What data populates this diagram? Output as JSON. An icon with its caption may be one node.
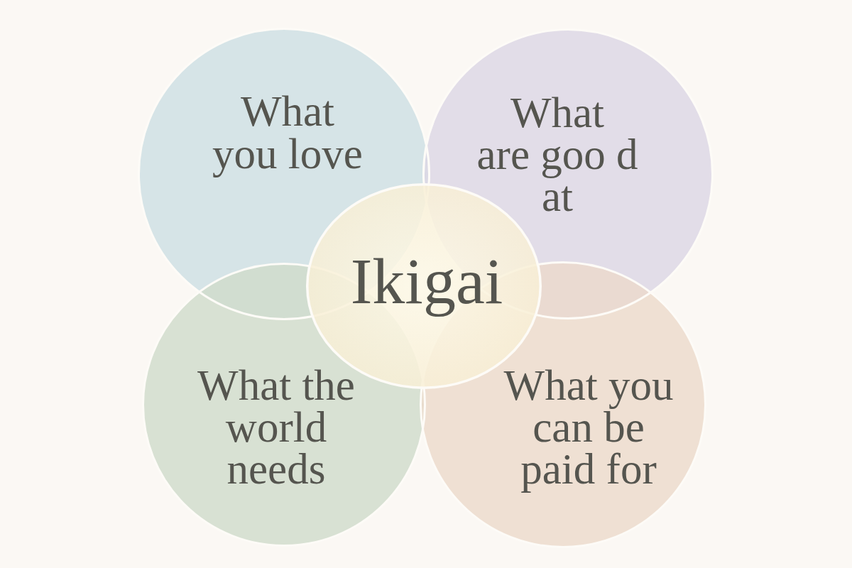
{
  "diagram": {
    "nodes": [
      {
        "text": [
          "What you love"
        ]
      },
      {
        "text": [
          "What are goo d at"
        ]
      },
      {
        "text": [
          "Ikigai"
        ]
      },
      {
        "text": [
          "What the world needs"
        ]
      },
      {
        "text": [
          "What you can be paid for"
        ]
      }
    ]
  }
}
